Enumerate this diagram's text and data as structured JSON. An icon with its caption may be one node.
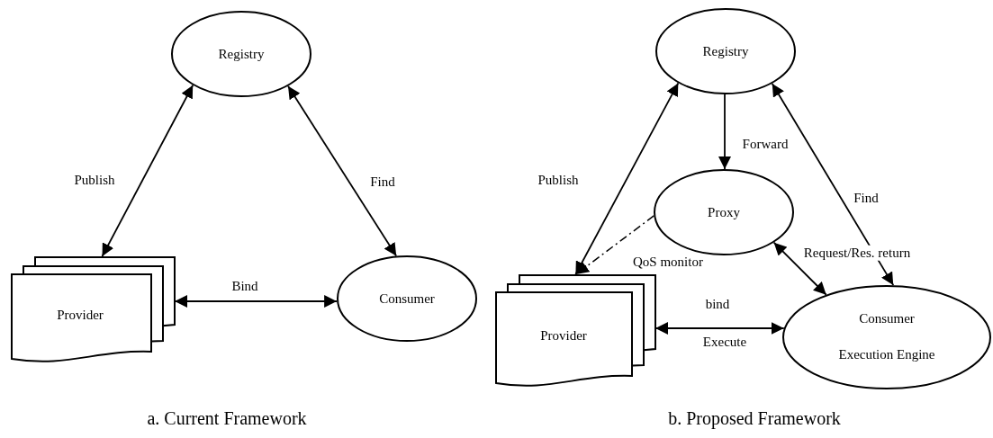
{
  "diagram": {
    "nodes": [
      {
        "text": [
          "Registry"
        ]
      },
      {
        "text": [
          "Provider"
        ]
      },
      {
        "text": [
          "Consumer"
        ]
      },
      {
        "text": [
          "Registry"
        ]
      },
      {
        "text": [
          "Proxy"
        ]
      },
      {
        "text": [
          "Provider"
        ]
      },
      {
        "text": [
          "Consumer",
          "Execution Engine"
        ]
      }
    ],
    "edges": [
      {
        "from": 0,
        "to": 1,
        "arrow": "both",
        "label": "Publish"
      },
      {
        "from": 0,
        "to": 2,
        "arrow": "both",
        "label": "Find"
      },
      {
        "from": 1,
        "to": 2,
        "arrow": "both",
        "label": "Bind"
      },
      {
        "from": 3,
        "to": 5,
        "arrow": "both",
        "label": "Publish"
      },
      {
        "from": 3,
        "to": 4,
        "arrow": "to",
        "label": "Forward"
      },
      {
        "from": 3,
        "to": 6,
        "arrow": "both",
        "label": "Find"
      },
      {
        "from": 4,
        "to": 6,
        "arrow": "both",
        "label": "Request/Res. return"
      },
      {
        "from": 4,
        "to": 5,
        "arrow": "to",
        "label": "QoS monitor",
        "style": "dashed"
      },
      {
        "from": 5,
        "to": 6,
        "arrow": "both",
        "label": "bind"
      }
    ],
    "labels": [
      "Execute",
      "a. Current Framework",
      "b. Proposed Framework"
    ]
  }
}
